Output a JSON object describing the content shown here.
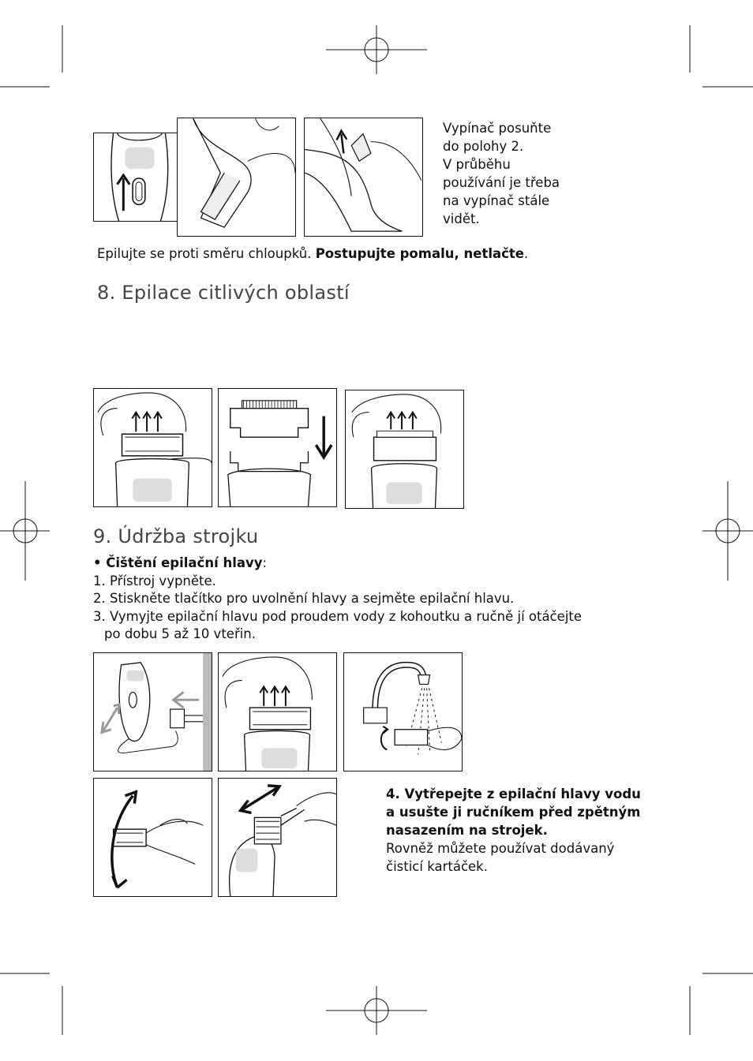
{
  "instruction_a": {
    "lines": [
      "Vypínač posuňte",
      "do polohy 2.",
      "V průběhu",
      "používání je třeba",
      "na vypínač stále",
      "vidět."
    ]
  },
  "caption": {
    "normal": "Epilujte se proti směru chloupků. ",
    "bold": "Postupujte pomalu, netlačte",
    "end": "."
  },
  "section8": {
    "title": "8. Epilace citlivých oblastí"
  },
  "section9": {
    "title": "9. Údržba strojku",
    "subheading_bullet": "• ",
    "subheading": "Čištění epilační hlavy",
    "subheading_colon": ":",
    "steps": [
      "1. Přístroj vypněte.",
      "2. Stiskněte tlačítko pro uvolnění hlavy a sejměte epilační hlavu.",
      "3. Vymyjte epilační hlavu pod proudem vody z kohoutku a ručně jí otáčejte",
      "po dobu 5 až 10 vteřin."
    ],
    "step4_bold": [
      "4. Vytřepejte z epilační hlavy vodu",
      "a usušte ji ručníkem před zpětným",
      "nasazením na strojek."
    ],
    "step4_normal": [
      "Rovněž můžete používat dodávaný",
      "čisticí kartáček."
    ]
  },
  "icons": [
    "crop-mark-icon",
    "registration-mark-icon",
    "arrow-up-icon",
    "arrow-down-icon",
    "double-arrow-icon",
    "rotate-arrow-icon"
  ]
}
